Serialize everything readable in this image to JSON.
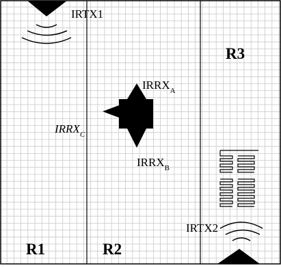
{
  "regions": {
    "r1": "R1",
    "r2": "R2",
    "r3": "R3"
  },
  "transmitters": {
    "tx1": "IRTX1",
    "tx2": "IRTX2"
  },
  "receivers": {
    "a": {
      "base": "IRRX",
      "sub": "A"
    },
    "b": {
      "base": "IRRX",
      "sub": "B"
    },
    "c": {
      "base": "IRRX",
      "sub": "C"
    }
  },
  "colors": {
    "grid": "#c8c8c8",
    "ink": "#000000"
  }
}
